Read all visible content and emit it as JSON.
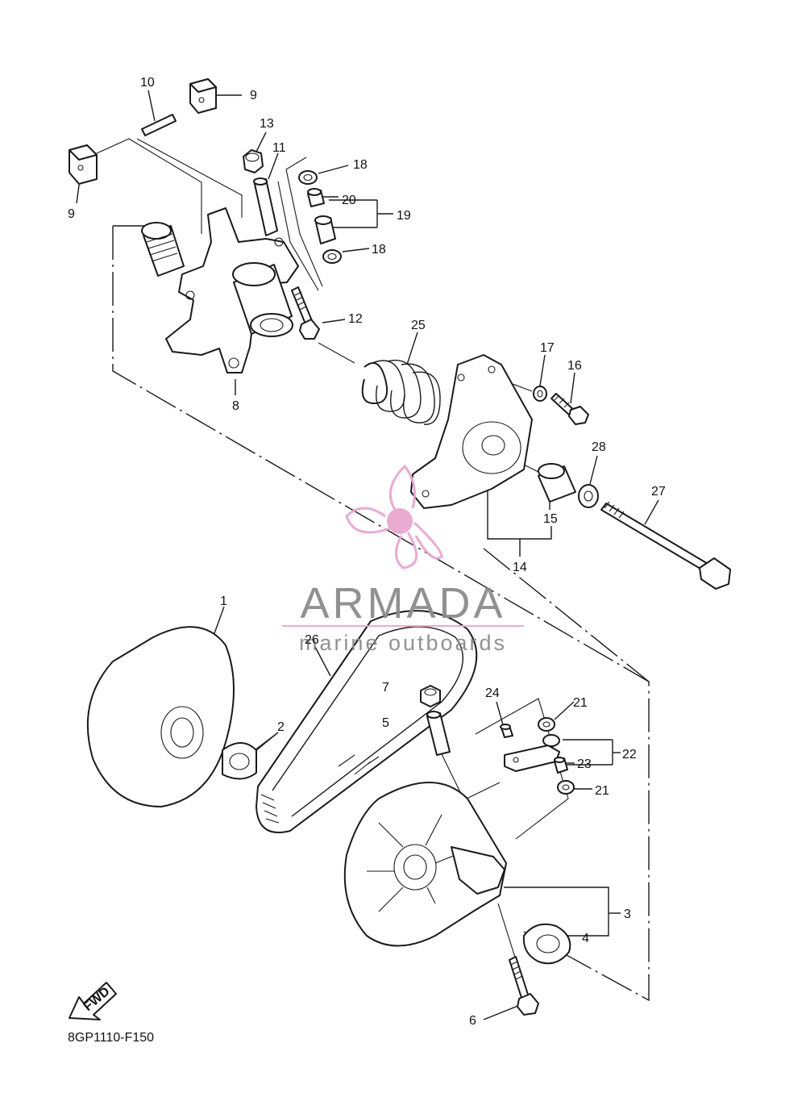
{
  "diagram": {
    "code": "8GP1110-F150",
    "fwd_label": "FWD",
    "callouts": [
      "1",
      "2",
      "3",
      "4",
      "5",
      "6",
      "7",
      "8",
      "9",
      "9",
      "10",
      "11",
      "12",
      "13",
      "14",
      "15",
      "16",
      "17",
      "18",
      "18",
      "19",
      "20",
      "21",
      "21",
      "22",
      "23",
      "24",
      "25",
      "26",
      "27",
      "28"
    ]
  },
  "watermark": {
    "brand": "ARMADA",
    "tagline": "marine outboards",
    "color": "#e9a7cf"
  }
}
